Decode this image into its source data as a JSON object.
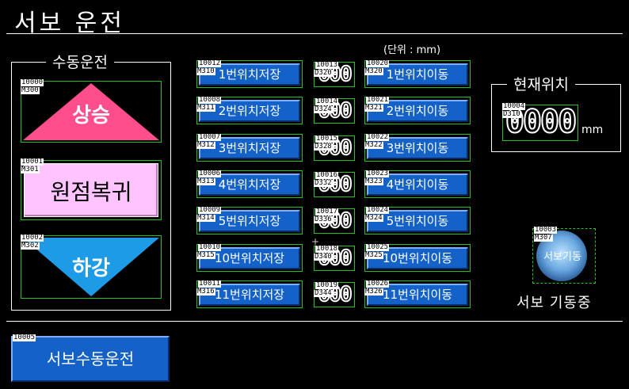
{
  "header": {
    "title": "서보 운전"
  },
  "unit_hint": "(단위 : mm)",
  "manual_group": {
    "title": "수동운전",
    "up": {
      "tag": "10000",
      "addr": "M300",
      "label": "상승"
    },
    "home": {
      "tag": "10001",
      "addr": "M301",
      "label": "원점복귀"
    },
    "down": {
      "tag": "10002",
      "addr": "M302",
      "label": "하강"
    }
  },
  "save_buttons": [
    {
      "tag": "10012",
      "addr": "M310",
      "label": "1번위치저장"
    },
    {
      "tag": "10008",
      "addr": "M311",
      "label": "2번위치저장"
    },
    {
      "tag": "10007",
      "addr": "M312",
      "label": "3번위치저장"
    },
    {
      "tag": "10006",
      "addr": "M313",
      "label": "4번위치저장"
    },
    {
      "tag": "10009",
      "addr": "M314",
      "label": "5번위치저장"
    },
    {
      "tag": "10010",
      "addr": "M315",
      "label": "10번위치저장"
    },
    {
      "tag": "10011",
      "addr": "M316",
      "label": "11번위치저장"
    }
  ],
  "position_displays": [
    {
      "tag": "10013",
      "addr": "D320",
      "value": "000"
    },
    {
      "tag": "10014",
      "addr": "D324",
      "value": "000"
    },
    {
      "tag": "10015",
      "addr": "D328",
      "value": "000"
    },
    {
      "tag": "10016",
      "addr": "D332",
      "value": "000"
    },
    {
      "tag": "10017",
      "addr": "D336",
      "value": "000"
    },
    {
      "tag": "10018",
      "addr": "D340",
      "value": "000"
    },
    {
      "tag": "10019",
      "addr": "D344",
      "value": "000"
    }
  ],
  "move_buttons": [
    {
      "tag": "10020",
      "addr": "M320",
      "label": "1번위치이동"
    },
    {
      "tag": "10021",
      "addr": "M321",
      "label": "2번위치이동"
    },
    {
      "tag": "10022",
      "addr": "M322",
      "label": "3번위치이동"
    },
    {
      "tag": "10023",
      "addr": "M323",
      "label": "4번위치이동"
    },
    {
      "tag": "10024",
      "addr": "M324",
      "label": "5번위치이동"
    },
    {
      "tag": "10025",
      "addr": "M325",
      "label": "10번위치이동"
    },
    {
      "tag": "10026",
      "addr": "M326",
      "label": "11번위치이동"
    }
  ],
  "current_position": {
    "title": "현재위치",
    "tag": "10004",
    "addr": "D310",
    "value": "0000",
    "unit": "mm"
  },
  "servo_lamp": {
    "tag": "10003",
    "addr": "M307",
    "lamp_text": "서보기동",
    "caption": "서보 기동중"
  },
  "manual_mode_button": {
    "tag": "10005",
    "label": "서보수동운전"
  },
  "colors": {
    "button_blue": "#1462c8",
    "up_pink": "#ff4d8d",
    "home_pink": "#ffc4ff",
    "down_cyan": "#1e9be6",
    "frame_green": "#22c322"
  }
}
